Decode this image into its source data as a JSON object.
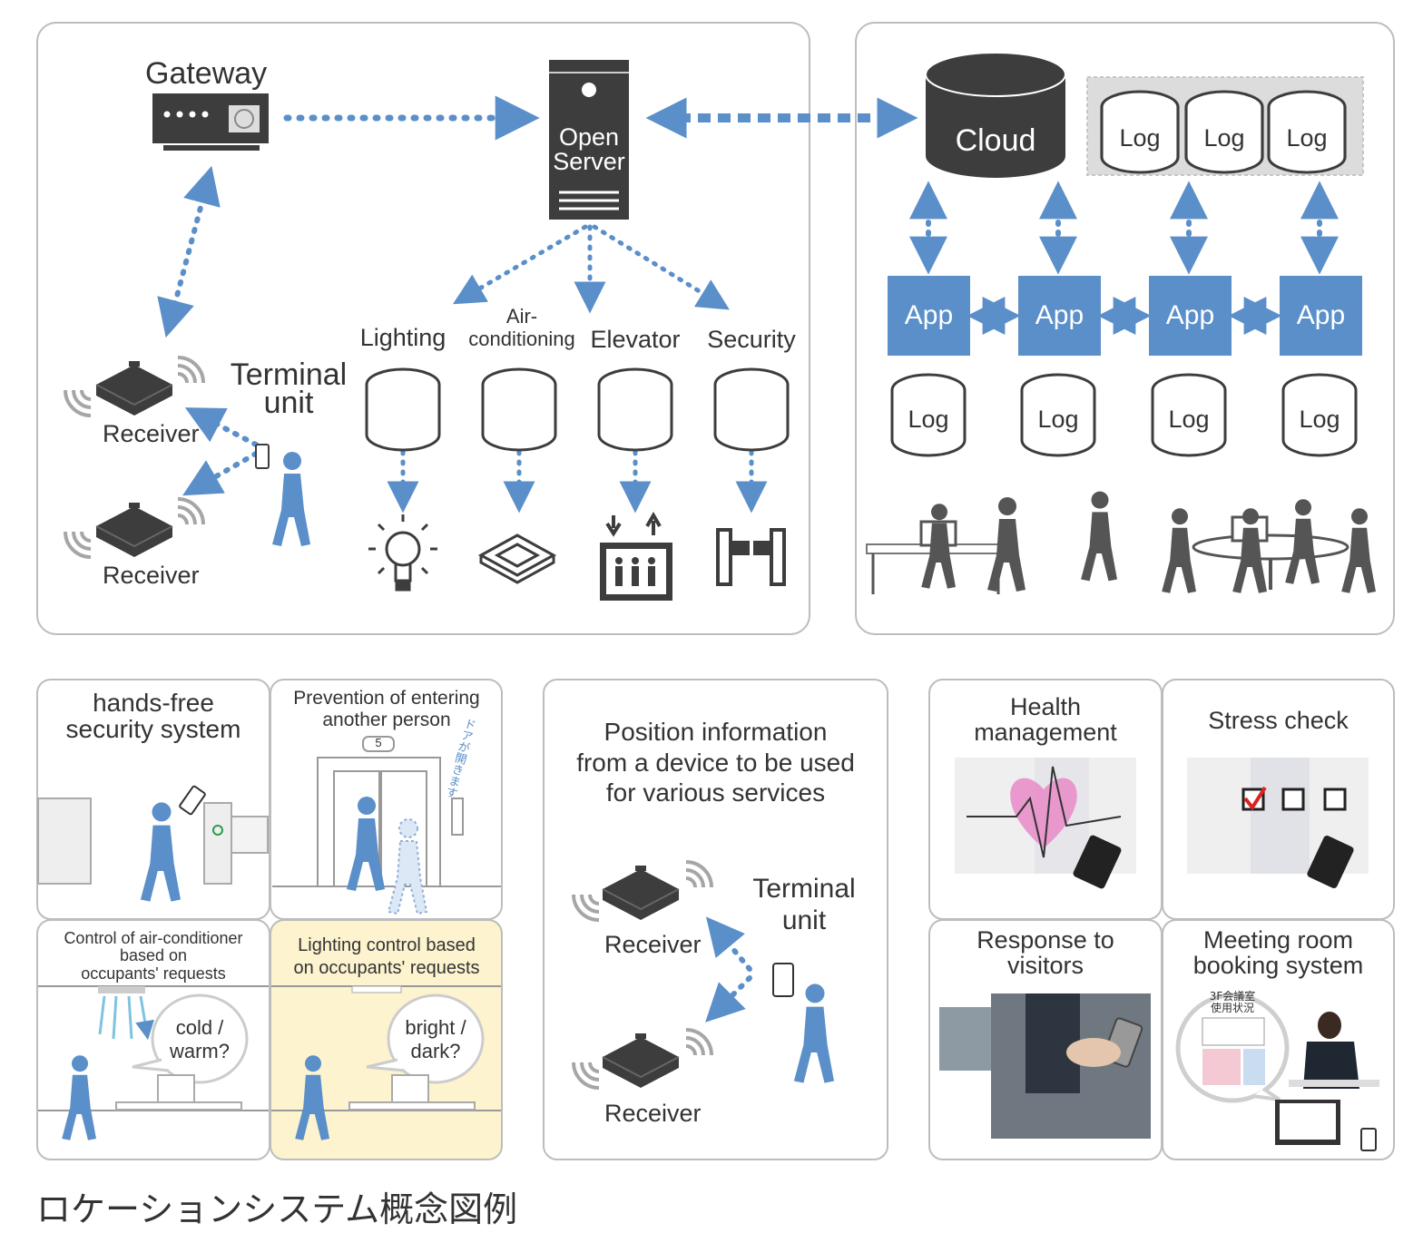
{
  "colors": {
    "accent": "#5b8fc9",
    "dark": "#3d3d3d",
    "panel_border": "#bdbdbd",
    "cream": "#fdf3cf"
  },
  "top_left": {
    "gateway": "Gateway",
    "server_line1": "Open",
    "server_line2": "Server",
    "terminal_line1": "Terminal",
    "terminal_line2": "unit",
    "receiver_1": "Receiver",
    "receiver_2": "Receiver",
    "lighting": "Lighting",
    "aircon_line1": "Air-",
    "aircon_line2": "conditioning",
    "elevator": "Elevator",
    "security": "Security"
  },
  "top_right": {
    "cloud": "Cloud",
    "cloud_logs": [
      "Log",
      "Log",
      "Log"
    ],
    "apps": [
      "App",
      "App",
      "App",
      "App"
    ],
    "app_logs": [
      "Log",
      "Log",
      "Log",
      "Log"
    ]
  },
  "bottom_left": {
    "handsfree_line1": "hands-free",
    "handsfree_line2": "security system",
    "prevention_line1": "Prevention of entering",
    "prevention_line2": "another person",
    "elevator_floor": "5",
    "door_opening": "ドアが開きます",
    "aircon_line1": "Control of air-conditioner",
    "aircon_line2": "based on",
    "aircon_line3": "occupants' requests",
    "aircon_bubble_line1": "cold /",
    "aircon_bubble_line2": "warm?",
    "lighting_line1": "Lighting control based",
    "lighting_line2": "on occupants' requests",
    "lighting_bubble_line1": "bright /",
    "lighting_bubble_line2": "dark?"
  },
  "bottom_center": {
    "title_line1": "Position information",
    "title_line2": "from a device to be used",
    "title_line3": "for various services",
    "receiver_1": "Receiver",
    "receiver_2": "Receiver",
    "terminal_line1": "Terminal",
    "terminal_line2": "unit"
  },
  "bottom_right": {
    "health_line1": "Health",
    "health_line2": "management",
    "stress": "Stress check",
    "visitors_line1": "Response to",
    "visitors_line2": "visitors",
    "meeting_line1": "Meeting room",
    "meeting_line2": "booking system",
    "meeting_screen_line1": "3F会議室",
    "meeting_screen_line2": "使用状況"
  },
  "caption": "ロケーションシステム概念図例"
}
